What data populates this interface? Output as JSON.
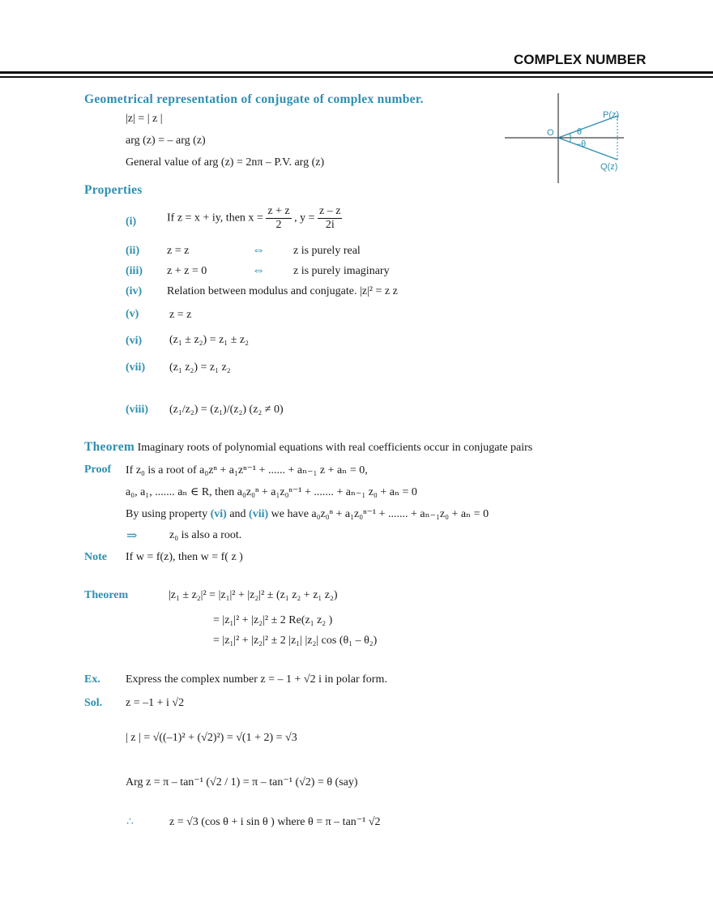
{
  "header": {
    "title": "COMPLEX NUMBER"
  },
  "geo": {
    "heading": "Geometrical representation of conjugate of complex number.",
    "l1": "|z| = | z |",
    "l2": "arg (z)  = – arg (z)",
    "l3": "General value of arg  (z)  = 2nπ – P.V. arg (z)"
  },
  "diagram": {
    "o": "O",
    "p": "P(z)",
    "q": "Q(z)",
    "theta": "θ",
    "neg_theta": "–θ"
  },
  "properties": {
    "heading": "Properties",
    "items": [
      {
        "label": "(i)",
        "text": "If z = x + iy, then x =",
        "f1_num": "z + z",
        "f1_den": "2",
        "mid": ", y =",
        "f2_num": "z – z",
        "f2_den": "2i"
      },
      {
        "label": "(ii)",
        "lhs": "z = z",
        "arrow": "⇔",
        "rhs": "z is purely real"
      },
      {
        "label": "(iii)",
        "lhs": "z + z = 0",
        "arrow": "⇔",
        "rhs": "z is purely imaginary"
      },
      {
        "label": "(iv)",
        "text": "Relation between modulus and conjugate. |z|² = z z"
      },
      {
        "label": "(v)",
        "text": "z = z"
      },
      {
        "label": "(vi)",
        "text": "(z₁ ± z₂)  =  z₁ ± z₂"
      },
      {
        "label": "(vii)",
        "text": "(z₁ z₂)  =  z₁  z₂"
      },
      {
        "label": "(viii)",
        "text": "(z₁/z₂) = (z₁)/(z₂)  (z₂ ≠ 0)"
      }
    ]
  },
  "theorem1": {
    "heading": "Theorem",
    "text": "Imaginary roots of polynomial equations with real coefficients occur in conjugate pairs",
    "proof_label": "Proof",
    "p1": "If z₀ is a root of a₀zⁿ + a₁zⁿ⁻¹ + ...... + aₙ₋₁ z + aₙ = 0,",
    "p2": "a₀, a₁, ....... aₙ ∈ R, then  a₀z₀ⁿ  +  a₁z₀ⁿ⁻¹  + ....... + aₙ₋₁ z₀ + aₙ = 0",
    "p3_pre": "By using property",
    "p3_vi": "(vi)",
    "p3_and": "and",
    "p3_vii": "(vii)",
    "p3_post": "we have  a₀z₀ⁿ  +  a₁z₀ⁿ⁻¹  + ....... +  aₙ₋₁z₀  + aₙ = 0",
    "p4_arrow": "⇒",
    "p4": "z₀  is also a root.",
    "note_label": "Note",
    "note": "If w = f(z), then  w  = f( z )"
  },
  "theorem2": {
    "heading": "Theorem",
    "l1": "|z₁ ± z₂|² = |z₁|² + |z₂|² ± (z₁ z₂  +  z₁ z₂)",
    "l2": "= |z₁|² + |z₂|² ± 2 Re(z₁ z₂ )",
    "l3": "= |z₁|² + |z₂|² ± 2 |z₁| |z₂| cos (θ₁ – θ₂)"
  },
  "example": {
    "ex_label": "Ex.",
    "ex_text": "Express the complex number z = – 1 + √2 i in polar form.",
    "sol_label": "Sol.",
    "s1": "z = –1 + i √2",
    "s2": "| z | = √((–1)² + (√2)²)  =  √(1 + 2)  =  √3",
    "s3": "Arg z = π  – tan⁻¹ (√2 / 1) = π – tan⁻¹ (√2) = θ (say)",
    "s4_therefore": "∴",
    "s4": "z = √3  (cos θ + i sin θ )    where θ = π – tan⁻¹  √2"
  }
}
